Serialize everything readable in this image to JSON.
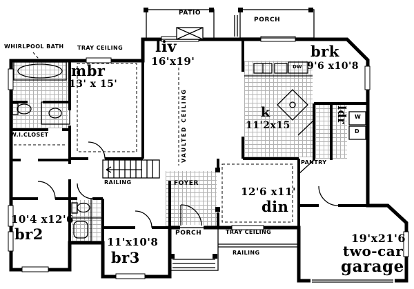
{
  "colors": {
    "ink": "#000000",
    "paper": "#ffffff",
    "tile": "#9a9a9a"
  },
  "rooms": {
    "liv": {
      "name": "liv",
      "dim": "16'x19'"
    },
    "mbr": {
      "name": "mbr",
      "dim": "13' x 15'"
    },
    "brk": {
      "name": "brk",
      "dim": "9'6 x10'8"
    },
    "kitchen": {
      "name": "k",
      "dim": "11'2x15"
    },
    "din": {
      "name": "din",
      "dim": "12'6 x11'"
    },
    "br2": {
      "name": "br2",
      "dim": "10'4 x12'6"
    },
    "br3": {
      "name": "br3",
      "dim": "11'x10'8"
    },
    "garage": {
      "line1": "two-car",
      "line2": "garage",
      "dim": "19'x21'6"
    },
    "ldr": {
      "name": "ldr"
    }
  },
  "labels": {
    "whirlpool_bath": "WHIRLPOOL BATH",
    "tray_ceiling_top": "TRAY CEILING",
    "tray_ceiling_bottom": "TRAY CEILING",
    "vaulted_ceiling": "VAULTED CEILING",
    "wi_closet": "W.I.CLOSET",
    "railing_stairs": "RAILING",
    "railing_porch": "RAILING",
    "foyer": "FOYER",
    "pantry": "PANTRY",
    "patio": "PATIO",
    "porch_top": "PORCH",
    "porch_bottom": "PORCH",
    "dw": "DW",
    "washer": "W",
    "dryer": "D"
  }
}
